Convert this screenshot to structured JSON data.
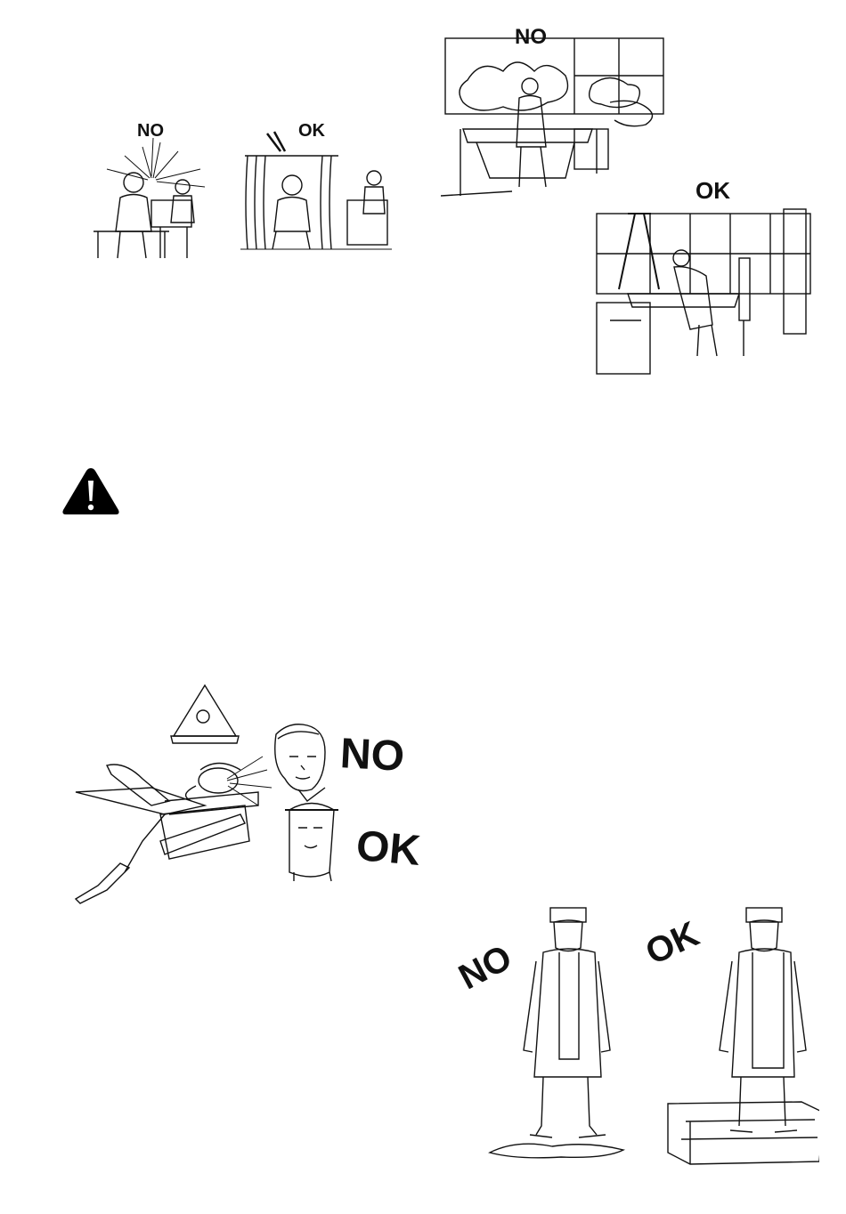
{
  "illustrations": [
    {
      "id": "shielding-booth",
      "bad_label": "NO",
      "good_label": "OK"
    },
    {
      "id": "fume-extraction",
      "bad_label": "NO",
      "good_label": "OK"
    },
    {
      "id": "face-shield-grinding",
      "bad_label": "NO",
      "good_label": "OK"
    },
    {
      "id": "dry-insulated-floor",
      "bad_label": "NO",
      "good_label": "OK"
    }
  ],
  "warning": {
    "icon": "warning-triangle-icon"
  },
  "colors": {
    "ink": "#111111",
    "paper": "#ffffff",
    "warning": "#000000"
  }
}
